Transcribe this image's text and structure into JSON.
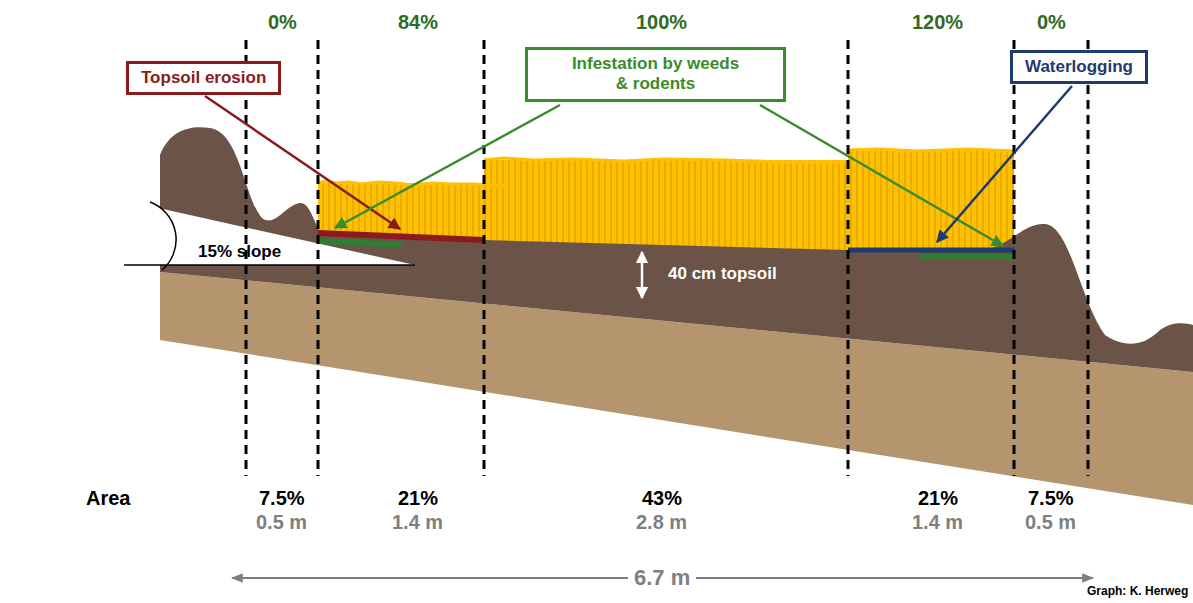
{
  "diagram": {
    "nodes": [
      {
        "text": [
          "Topsoil erosion"
        ]
      },
      {
        "text": [
          "Infestation by weeds & rodents"
        ]
      },
      {
        "text": [
          "Waterlogging"
        ]
      }
    ],
    "labels": [
      "0%",
      "84%",
      "100%",
      "120%",
      "0%",
      "15% slope",
      "40 cm topsoil",
      "Area",
      "7.5%",
      "21%",
      "43%",
      "21%",
      "7.5%",
      "0.5 m",
      "1.4 m",
      "2.8 m",
      "1.4 m",
      "0.5 m",
      "6.7 m",
      "Graph: K. Herweg"
    ]
  }
}
